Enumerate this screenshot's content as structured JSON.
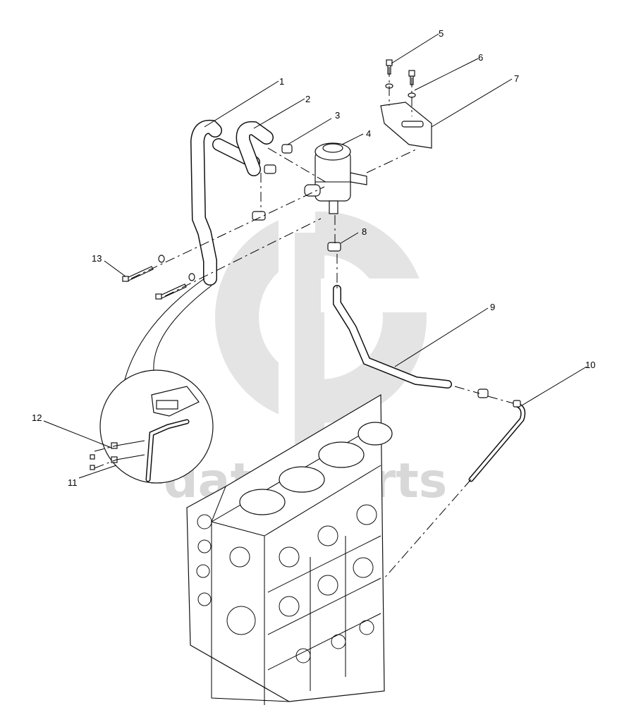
{
  "watermark": {
    "text": "data-parts",
    "color": "#cfcfcf"
  },
  "callouts": [
    {
      "id": "1",
      "label": "1"
    },
    {
      "id": "2",
      "label": "2"
    },
    {
      "id": "3",
      "label": "3"
    },
    {
      "id": "4",
      "label": "4"
    },
    {
      "id": "5",
      "label": "5"
    },
    {
      "id": "6",
      "label": "6"
    },
    {
      "id": "7",
      "label": "7"
    },
    {
      "id": "8",
      "label": "8"
    },
    {
      "id": "9",
      "label": "9"
    },
    {
      "id": "10",
      "label": "10"
    },
    {
      "id": "11",
      "label": "11"
    },
    {
      "id": "12",
      "label": "12"
    },
    {
      "id": "13",
      "label": "13"
    }
  ]
}
